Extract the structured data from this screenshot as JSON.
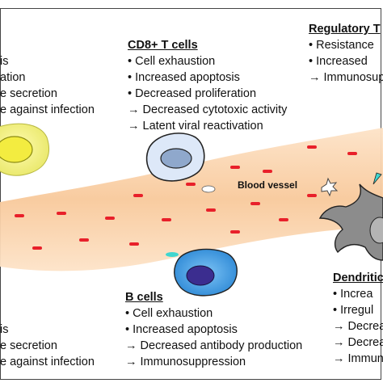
{
  "cd8": {
    "title": "CD8+ T cells",
    "lines": [
      "•   Cell exhaustion",
      "•   Increased apoptosis",
      "•   Decreased proliferation",
      "→ Decreased cytotoxic activity",
      "→ Latent viral reactivation"
    ]
  },
  "treg": {
    "title": "Regulatory T",
    "lines": [
      "•   Resistance",
      "•   Increased",
      "→ Immunosup"
    ]
  },
  "topleft": {
    "lines": [
      "is",
      "ation",
      "e secretion",
      "e against infection"
    ]
  },
  "bcells": {
    "title": "B cells",
    "lines": [
      "•   Cell exhaustion",
      "•   Increased apoptosis",
      "→ Decreased antibody production",
      "→ Immunosuppression"
    ]
  },
  "bottomleft": {
    "lines": [
      "is",
      "e secretion",
      "e against infection"
    ]
  },
  "dendritic": {
    "title": "Dendritic",
    "lines": [
      "•   Increa",
      "•   Irregul",
      "→ Decrea",
      "→ Decrea",
      "→ Immun"
    ]
  },
  "vessel": {
    "label": "Blood vessel"
  },
  "colors": {
    "vessel": "#f9d0a6",
    "rbc": "#e8202a",
    "cd8_cell": "#dde8f8",
    "cd8_nucleus": "#8fa8cc",
    "b_cell": "#3f9ae0",
    "b_nucleus": "#3b2d8f",
    "yellow_cell": "#f6f48a",
    "dendritic_cell": "#8c8c8c",
    "platelet": "#3fd6d0"
  }
}
